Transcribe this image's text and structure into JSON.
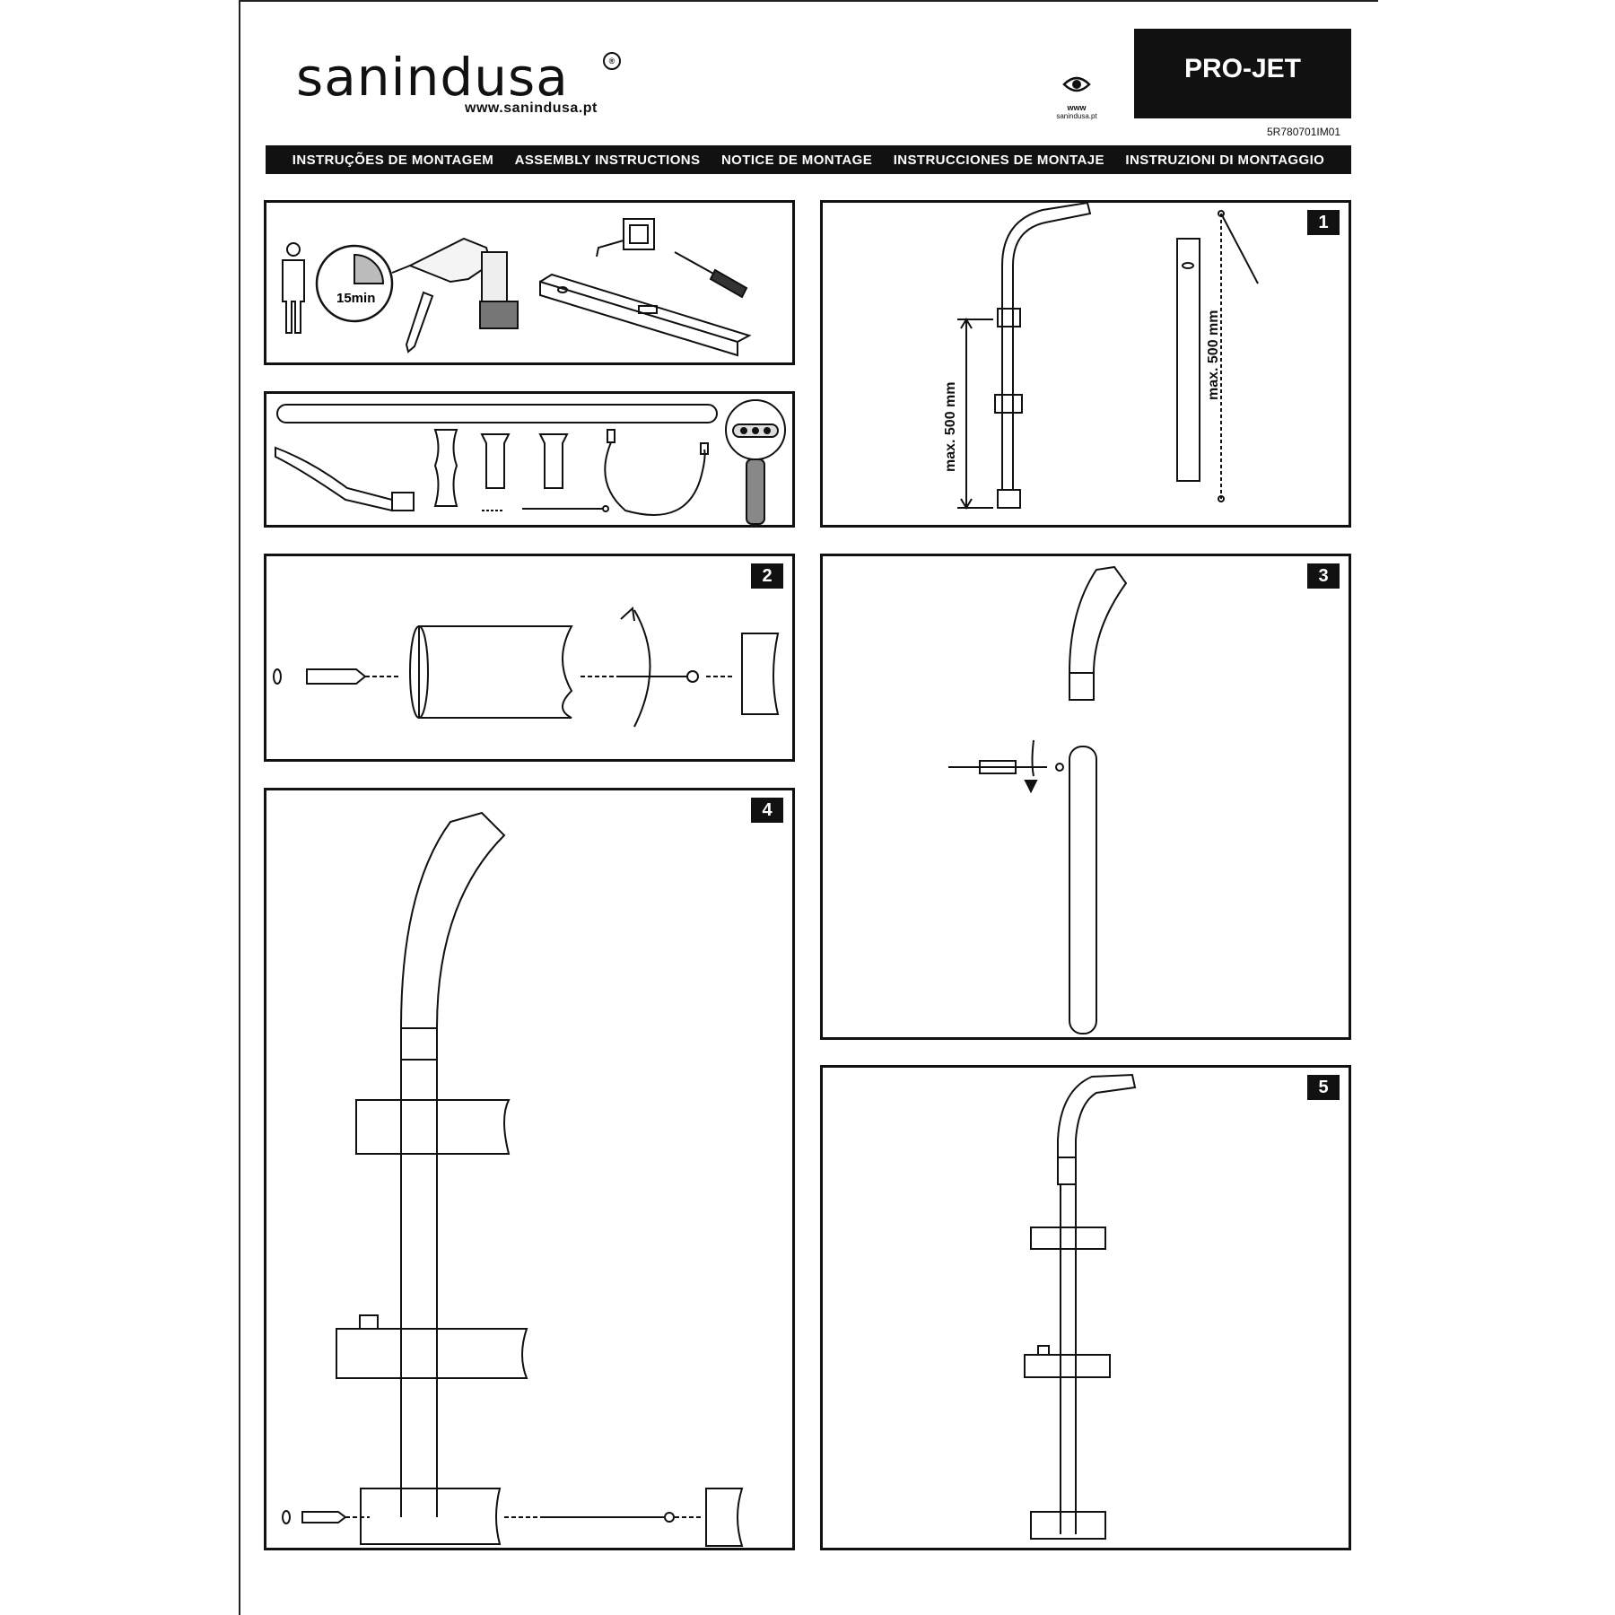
{
  "header": {
    "brand": "sanindusa",
    "brand_mark": "®",
    "website": "www.sanindusa.pt",
    "web_icon_label": "www",
    "web_icon_sub": "sanindusa.pt",
    "product": "PRO-JET",
    "doc_code": "5R780701IM01"
  },
  "languages": [
    "INSTRUÇÕES DE MONTAGEM",
    "ASSEMBLY INSTRUCTIONS",
    "NOTICE DE MONTAGE",
    "INSTRUCCIONES DE MONTAJE",
    "INSTRUZIONI DI MONTAGGIO"
  ],
  "tools_panel": {
    "time_label": "15min"
  },
  "steps": [
    "1",
    "2",
    "3",
    "4",
    "5"
  ],
  "step1": {
    "dim_left": "max. 500 mm",
    "dim_right": "max. 500 mm"
  },
  "icons": [
    "person-icon",
    "clock-icon",
    "drill-icon",
    "tape-measure-icon",
    "screwdriver-icon",
    "pencil-icon",
    "spirit-level-icon",
    "eye-icon"
  ]
}
